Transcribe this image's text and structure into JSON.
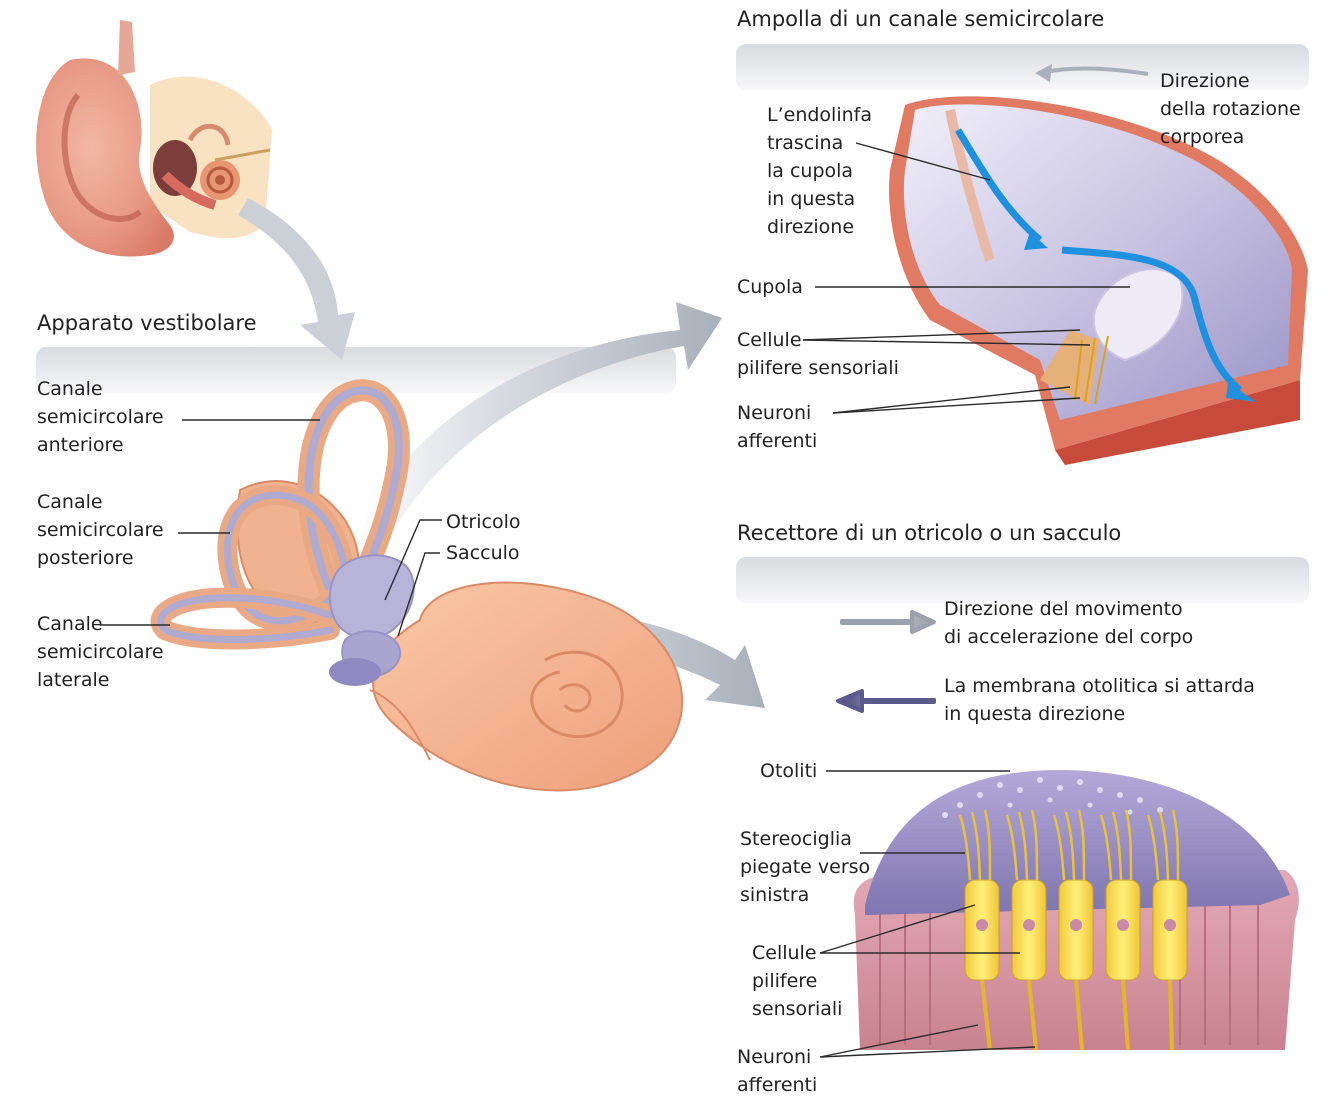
{
  "sections": {
    "vestibular": "Apparato vestibolare",
    "ampulla": "Ampolla di un canale semicircolare",
    "receptor": "Recettore di un otricolo o un sacculo"
  },
  "vestibular_labels": {
    "anterior_canal": "Canale\nsemicircolare\nanteriore",
    "posterior_canal": "Canale\nsemicircolare\nposteriore",
    "lateral_canal": "Canale\nsemicircolare\nlaterale",
    "utricle": "Otricolo",
    "saccule": "Sacculo"
  },
  "ampulla_labels": {
    "rotation_direction": "Direzione\ndella rotazione\ncorporea",
    "endolymph": "L’endolinfa\ntrascina\nla cupola\nin questa\ndirezione",
    "cupula": "Cupola",
    "hair_cells": "Cellule\npilifere sensoriali",
    "afferent_neurons": "Neuroni\nafferenti"
  },
  "receptor_labels": {
    "acceleration_direction": "Direzione del movimento\ndi accelerazione del corpo",
    "membrane_lag": "La membrana otolitica si attarda\nin questa direzione",
    "otoliths": "Otoliti",
    "stereocilia": "Stereociglia\npiegate verso\nsinistra",
    "hair_cells": "Cellule\npilifere\nsensoriali",
    "afferent_neurons": "Neuroni\nafferenti"
  },
  "colors": {
    "band": "#e4e5e9",
    "canal_outer": "#e9a985",
    "canal_inner": "#aeaad0",
    "cochlea": "#f4b792",
    "ampulla_wall": "#c84a3a",
    "endolymph_arrow": "#1e90e0",
    "membrane": "#8e86bd",
    "hair_cell": "#f5d84a",
    "tissue": "#d69aa6",
    "grey_arrow": "#c6cbd2"
  }
}
